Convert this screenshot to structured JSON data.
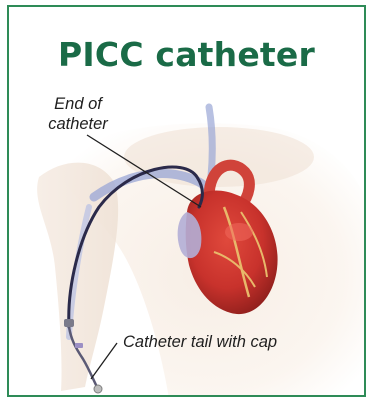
{
  "title": "PICC catheter",
  "labels": {
    "end_line1": "End of",
    "end_line2": "catheter",
    "tail": "Catheter tail with cap"
  },
  "colors": {
    "frame_border": "#2e8b57",
    "title": "#1a6b47",
    "catheter": "#2b2a4a",
    "heart": "#c8322c",
    "vein": "#9aa6d6"
  }
}
